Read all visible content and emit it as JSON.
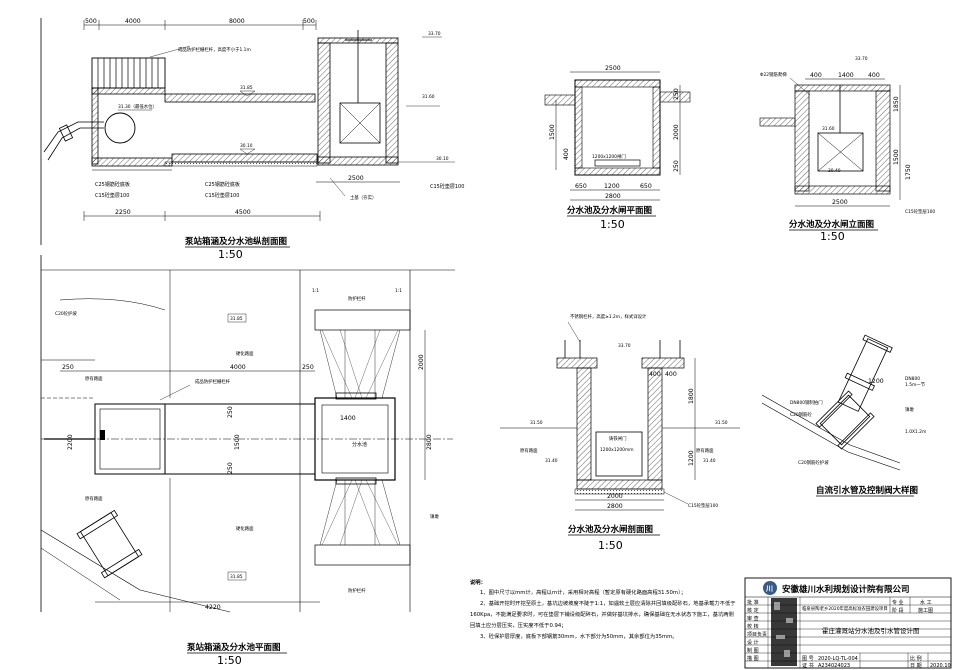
{
  "drawings": {
    "longitudinal_section": {
      "title": "泵站箱涵及分水池纵剖面图",
      "scale": "1:50",
      "dims_top": [
        "500",
        "4000",
        "8000",
        "500"
      ],
      "dims_bottom_1": [
        "2500"
      ],
      "dims_bottom_2": [
        "2250",
        "4500"
      ],
      "elevations": [
        "33.70",
        "31.85",
        "31.30（最低水位）",
        "30.10",
        "31.60",
        "30.10"
      ],
      "labels": [
        "成品防护栏栅栏杆，高度不小于1.1m",
        "C25钢筋砼底板",
        "C15砼垫层100",
        "C25钢筋砼底板",
        "C15砼垫层100",
        "C15砼垫层100",
        "土基（夯实）"
      ]
    },
    "plan_view": {
      "title": "泵站箱涵及分水池平面图",
      "scale": "1:50",
      "dims_top": [
        "250",
        "4000",
        "250"
      ],
      "dims_right": [
        "2000",
        "2800"
      ],
      "dims_mid": [
        "1400",
        "1500",
        "250",
        "250",
        "2200"
      ],
      "dim_bottom": "4220",
      "labels": [
        "C20砼护坡",
        "成品防护栏栅栏杆",
        "分水池",
        "31.85",
        "31.85",
        "1:1",
        "1:1",
        "硬化路面",
        "硬化路面",
        "原有路面",
        "原有路面",
        "镇墩",
        "防护栏杆",
        "防护栏杆"
      ]
    },
    "tank_plan": {
      "title": "分水池及分水闸平面图",
      "scale": "1:50",
      "dims_top": [
        "2500"
      ],
      "dims_left": [
        "1500",
        "400"
      ],
      "dims_right": [
        "250",
        "2000",
        "250"
      ],
      "dims_bottom": [
        "650",
        "1200",
        "650"
      ],
      "dim_bottom_total": "2800",
      "labels": [
        "1200x1200闸门"
      ]
    },
    "tank_elevation": {
      "title": "分水池及分水闸立面图",
      "scale": "1:50",
      "elevations": [
        "33.70",
        "31.60",
        "30.40"
      ],
      "dims_top": [
        "400",
        "1400",
        "400"
      ],
      "dims_right": [
        "1850",
        "1500",
        "1750"
      ],
      "dim_bottom": "2500",
      "labels": [
        "Φ22钢筋爬梯",
        "C15砼垫层100"
      ]
    },
    "tank_section": {
      "title": "分水池及分水闸剖面图",
      "scale": "1:50",
      "elevations": [
        "33.70",
        "31.50",
        "31.40",
        "31.50",
        "31.40"
      ],
      "dims_top": [
        "400",
        "400"
      ],
      "dims_right": [
        "1800",
        "1200"
      ],
      "dims_bottom": [
        "2000",
        "2800"
      ],
      "labels": [
        "不锈钢栏杆，高度≥1.2m，样式详设计",
        "铸铁闸门",
        "1200x1200mm",
        "C15砼垫层100",
        "原有路面",
        "原有路面"
      ]
    },
    "pipe_detail": {
      "title": "自流引水管及控制阀大样图",
      "labels": [
        "DN800",
        "1.5m一节",
        "DN800钢制拍门",
        "C20钢筋砼",
        "1200",
        "1.0X1.2m",
        "镇墩",
        "C20钢筋砼护坡"
      ]
    }
  },
  "notes": {
    "heading": "说明：",
    "lines": [
      "1、图中尺寸以mm计，高程以m计，采用相对高程（暂定原有硬化路面高程31.50m）；",
      "2、基础开挖时开挖至原土，基坑边坡坡度不陡于1:1，如遇软土层应清除并回填级配砂石，地基承载力不低于",
      "160Kpa，不能满足要求时，可在垫层下铺设级配碎石，并做好基坑排水，确保基础在无水状态下施工，基坑两侧",
      "回填土应分层压实，压实度不低于0.94；",
      "3、砼保护层厚度，底板下部钢筋30mm，水下部分为50mm，其余部位为35mm。"
    ]
  },
  "title_block": {
    "company": "安徽雄川水利规划设计院有限公司",
    "project": "临泉县陶老乡2020年度高标准农田建设项目",
    "stage_label": "阶 段",
    "stage": "施工图",
    "major_label": "专 业",
    "major": "水 工",
    "drawing_name": "霍庄灌溉站分水池及引水管设计图",
    "rows": [
      "批 准",
      "核 定",
      "审 查",
      "校 核",
      "项目负责",
      "设 计",
      "制 图",
      "描 图"
    ],
    "drawing_no_label": "图 号",
    "drawing_no": "2020-LQ-TL-004",
    "cert_no_label": "证 书",
    "cert_no": "A234024023",
    "scale_label": "比 例",
    "scale": "",
    "date_label": "日 期",
    "date": "2020.10"
  }
}
